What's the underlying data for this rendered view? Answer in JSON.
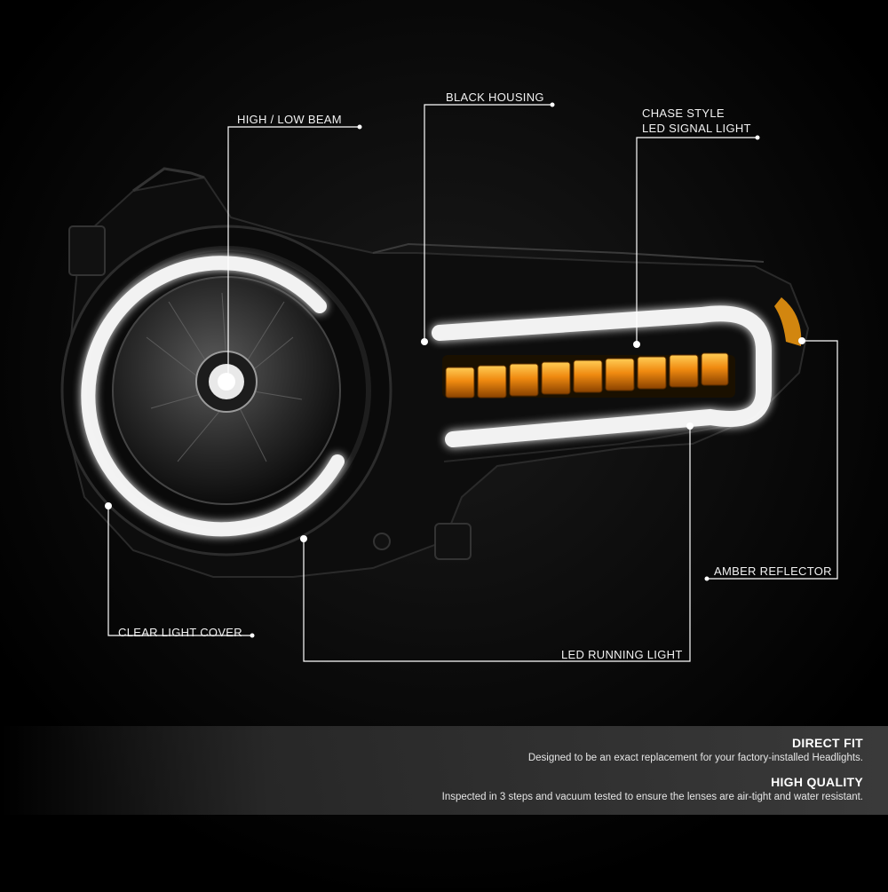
{
  "callouts": {
    "high_low_beam": "HIGH / LOW BEAM",
    "black_housing": "BLACK HOUSING",
    "chase_line1": "CHASE STYLE",
    "chase_line2": "LED SIGNAL LIGHT",
    "amber_reflector": "AMBER REFLECTOR",
    "clear_light_cover": "CLEAR LIGHT COVER",
    "led_running_light": "LED RUNNING LIGHT"
  },
  "features": [
    {
      "title": "DIRECT FIT",
      "description": "Designed to be an exact replacement for your factory-installed Headlights."
    },
    {
      "title": "HIGH QUALITY",
      "description": "Inspected in 3 steps and vacuum tested to ensure the lenses are air-tight and water resistant."
    }
  ],
  "colors": {
    "background": "#000000",
    "amber": "#e8930f",
    "drl_glow": "#ffffff",
    "callout_line": "#ffffff"
  }
}
